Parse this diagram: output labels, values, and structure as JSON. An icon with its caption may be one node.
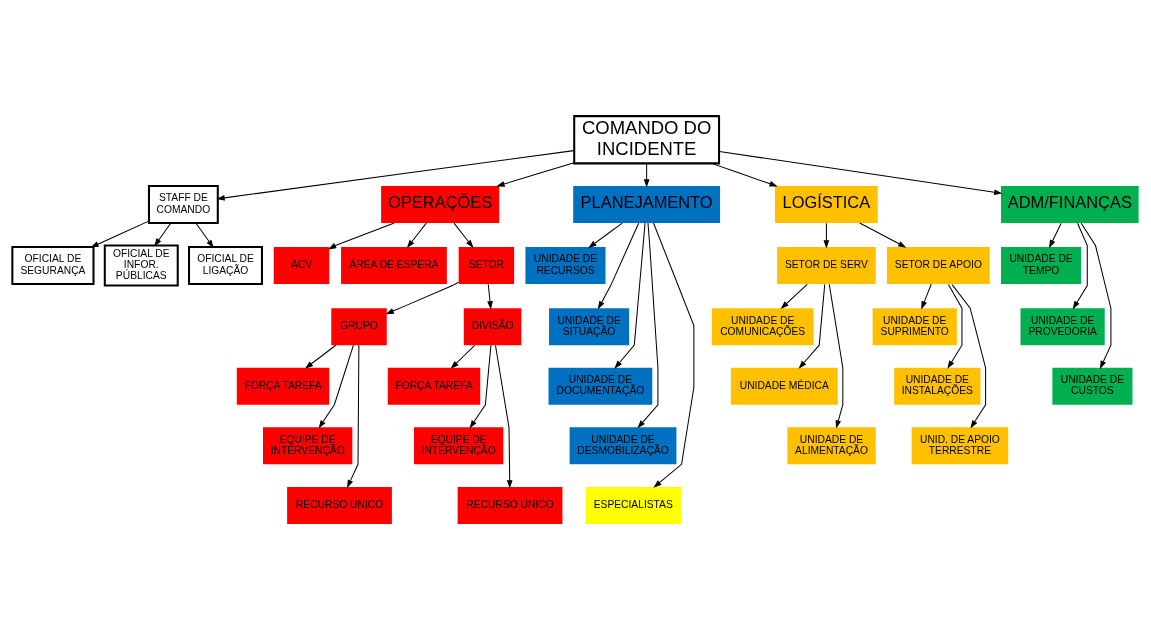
{
  "diagram": {
    "nodes": [
      {
        "text": [
          "COMANDO DO INCIDENTE"
        ]
      },
      {
        "text": [
          "STAFF DE COMANDO"
        ]
      },
      {
        "text": [
          "OFICIAL DE SEGURANÇA"
        ]
      },
      {
        "text": [
          "OFICIAL DE INFOR. PÚBLICAS"
        ]
      },
      {
        "text": [
          "OFICIAL DE LIGAÇÃO"
        ]
      },
      {
        "text": [
          "OPERAÇÕES"
        ]
      },
      {
        "text": [
          "PLANEJAMENTO"
        ]
      },
      {
        "text": [
          "LOGÍSTICA"
        ]
      },
      {
        "text": [
          "ADM/FINANÇAS"
        ]
      },
      {
        "text": [
          "ACV"
        ]
      },
      {
        "text": [
          "ÁREA DE ESPERA"
        ]
      },
      {
        "text": [
          "SETOR"
        ]
      },
      {
        "text": [
          "GRUPO"
        ]
      },
      {
        "text": [
          "DIVISÃO"
        ]
      },
      {
        "text": [
          "FORÇA TAREFA"
        ]
      },
      {
        "text": [
          "EQUIPE DE INTERVENÇÃO"
        ]
      },
      {
        "text": [
          "RECURSO UNICO"
        ]
      },
      {
        "text": [
          "FORÇA TAREFA"
        ]
      },
      {
        "text": [
          "EQUIPE DE INTERVENÇÃO"
        ]
      },
      {
        "text": [
          "RECURSO UNICO"
        ]
      },
      {
        "text": [
          "UNIDADE DE RECURSOS"
        ]
      },
      {
        "text": [
          "UNIDADE DE SITUAÇÃO"
        ]
      },
      {
        "text": [
          "UNIDADE DE DOCUMENTAÇÃO"
        ]
      },
      {
        "text": [
          "UNIDADE DE DESMOBILIZAÇÃO"
        ]
      },
      {
        "text": [
          "ESPECIALISTAS"
        ]
      },
      {
        "text": [
          "SETOR DE SERV"
        ]
      },
      {
        "text": [
          "SETOR DE APOIO"
        ]
      },
      {
        "text": [
          "UNIDADE DE COMUNICAÇÕES"
        ]
      },
      {
        "text": [
          "UNIDADE MÉDICA"
        ]
      },
      {
        "text": [
          "UNIDADE DE ALIMENTAÇÃO"
        ]
      },
      {
        "text": [
          "UNIDADE DE SUPRIMENTO"
        ]
      },
      {
        "text": [
          "UNIDADE DE INSTALAÇÕES"
        ]
      },
      {
        "text": [
          "UNID. DE APOIO TERRESTRE"
        ]
      },
      {
        "text": [
          "UNIDADE DE TEMPO"
        ]
      },
      {
        "text": [
          "UNIDADE DE PROVEDORIA"
        ]
      },
      {
        "text": [
          "UNIDADE DE CUSTOS"
        ]
      }
    ],
    "edges": [
      {
        "from": 0,
        "to": 1,
        "arrow": "to"
      },
      {
        "from": 1,
        "to": 2,
        "arrow": "to"
      },
      {
        "from": 1,
        "to": 3,
        "arrow": "to"
      },
      {
        "from": 1,
        "to": 4,
        "arrow": "to"
      },
      {
        "from": 0,
        "to": 5,
        "arrow": "to"
      },
      {
        "from": 0,
        "to": 6,
        "arrow": "to"
      },
      {
        "from": 0,
        "to": 7,
        "arrow": "to"
      },
      {
        "from": 0,
        "to": 8,
        "arrow": "to"
      },
      {
        "from": 5,
        "to": 9,
        "arrow": "to"
      },
      {
        "from": 5,
        "to": 10,
        "arrow": "to"
      },
      {
        "from": 5,
        "to": 11,
        "arrow": "to"
      },
      {
        "from": 11,
        "to": 12,
        "arrow": "to"
      },
      {
        "from": 11,
        "to": 13,
        "arrow": "to"
      },
      {
        "from": 12,
        "to": 14,
        "arrow": "to"
      },
      {
        "from": 12,
        "to": 15,
        "arrow": "to"
      },
      {
        "from": 12,
        "to": 16,
        "arrow": "to"
      },
      {
        "from": 13,
        "to": 17,
        "arrow": "to"
      },
      {
        "from": 13,
        "to": 18,
        "arrow": "to"
      },
      {
        "from": 13,
        "to": 19,
        "arrow": "to"
      },
      {
        "from": 6,
        "to": 20,
        "arrow": "to"
      },
      {
        "from": 6,
        "to": 21,
        "arrow": "to"
      },
      {
        "from": 6,
        "to": 22,
        "arrow": "to"
      },
      {
        "from": 6,
        "to": 23,
        "arrow": "to"
      },
      {
        "from": 6,
        "to": 24,
        "arrow": "to"
      },
      {
        "from": 7,
        "to": 25,
        "arrow": "to"
      },
      {
        "from": 7,
        "to": 26,
        "arrow": "to"
      },
      {
        "from": 25,
        "to": 27,
        "arrow": "to"
      },
      {
        "from": 25,
        "to": 28,
        "arrow": "to"
      },
      {
        "from": 25,
        "to": 29,
        "arrow": "to"
      },
      {
        "from": 26,
        "to": 30,
        "arrow": "to"
      },
      {
        "from": 26,
        "to": 31,
        "arrow": "to"
      },
      {
        "from": 26,
        "to": 32,
        "arrow": "to"
      },
      {
        "from": 8,
        "to": 33,
        "arrow": "to"
      },
      {
        "from": 8,
        "to": 34,
        "arrow": "to"
      },
      {
        "from": 8,
        "to": 35,
        "arrow": "to"
      }
    ]
  }
}
